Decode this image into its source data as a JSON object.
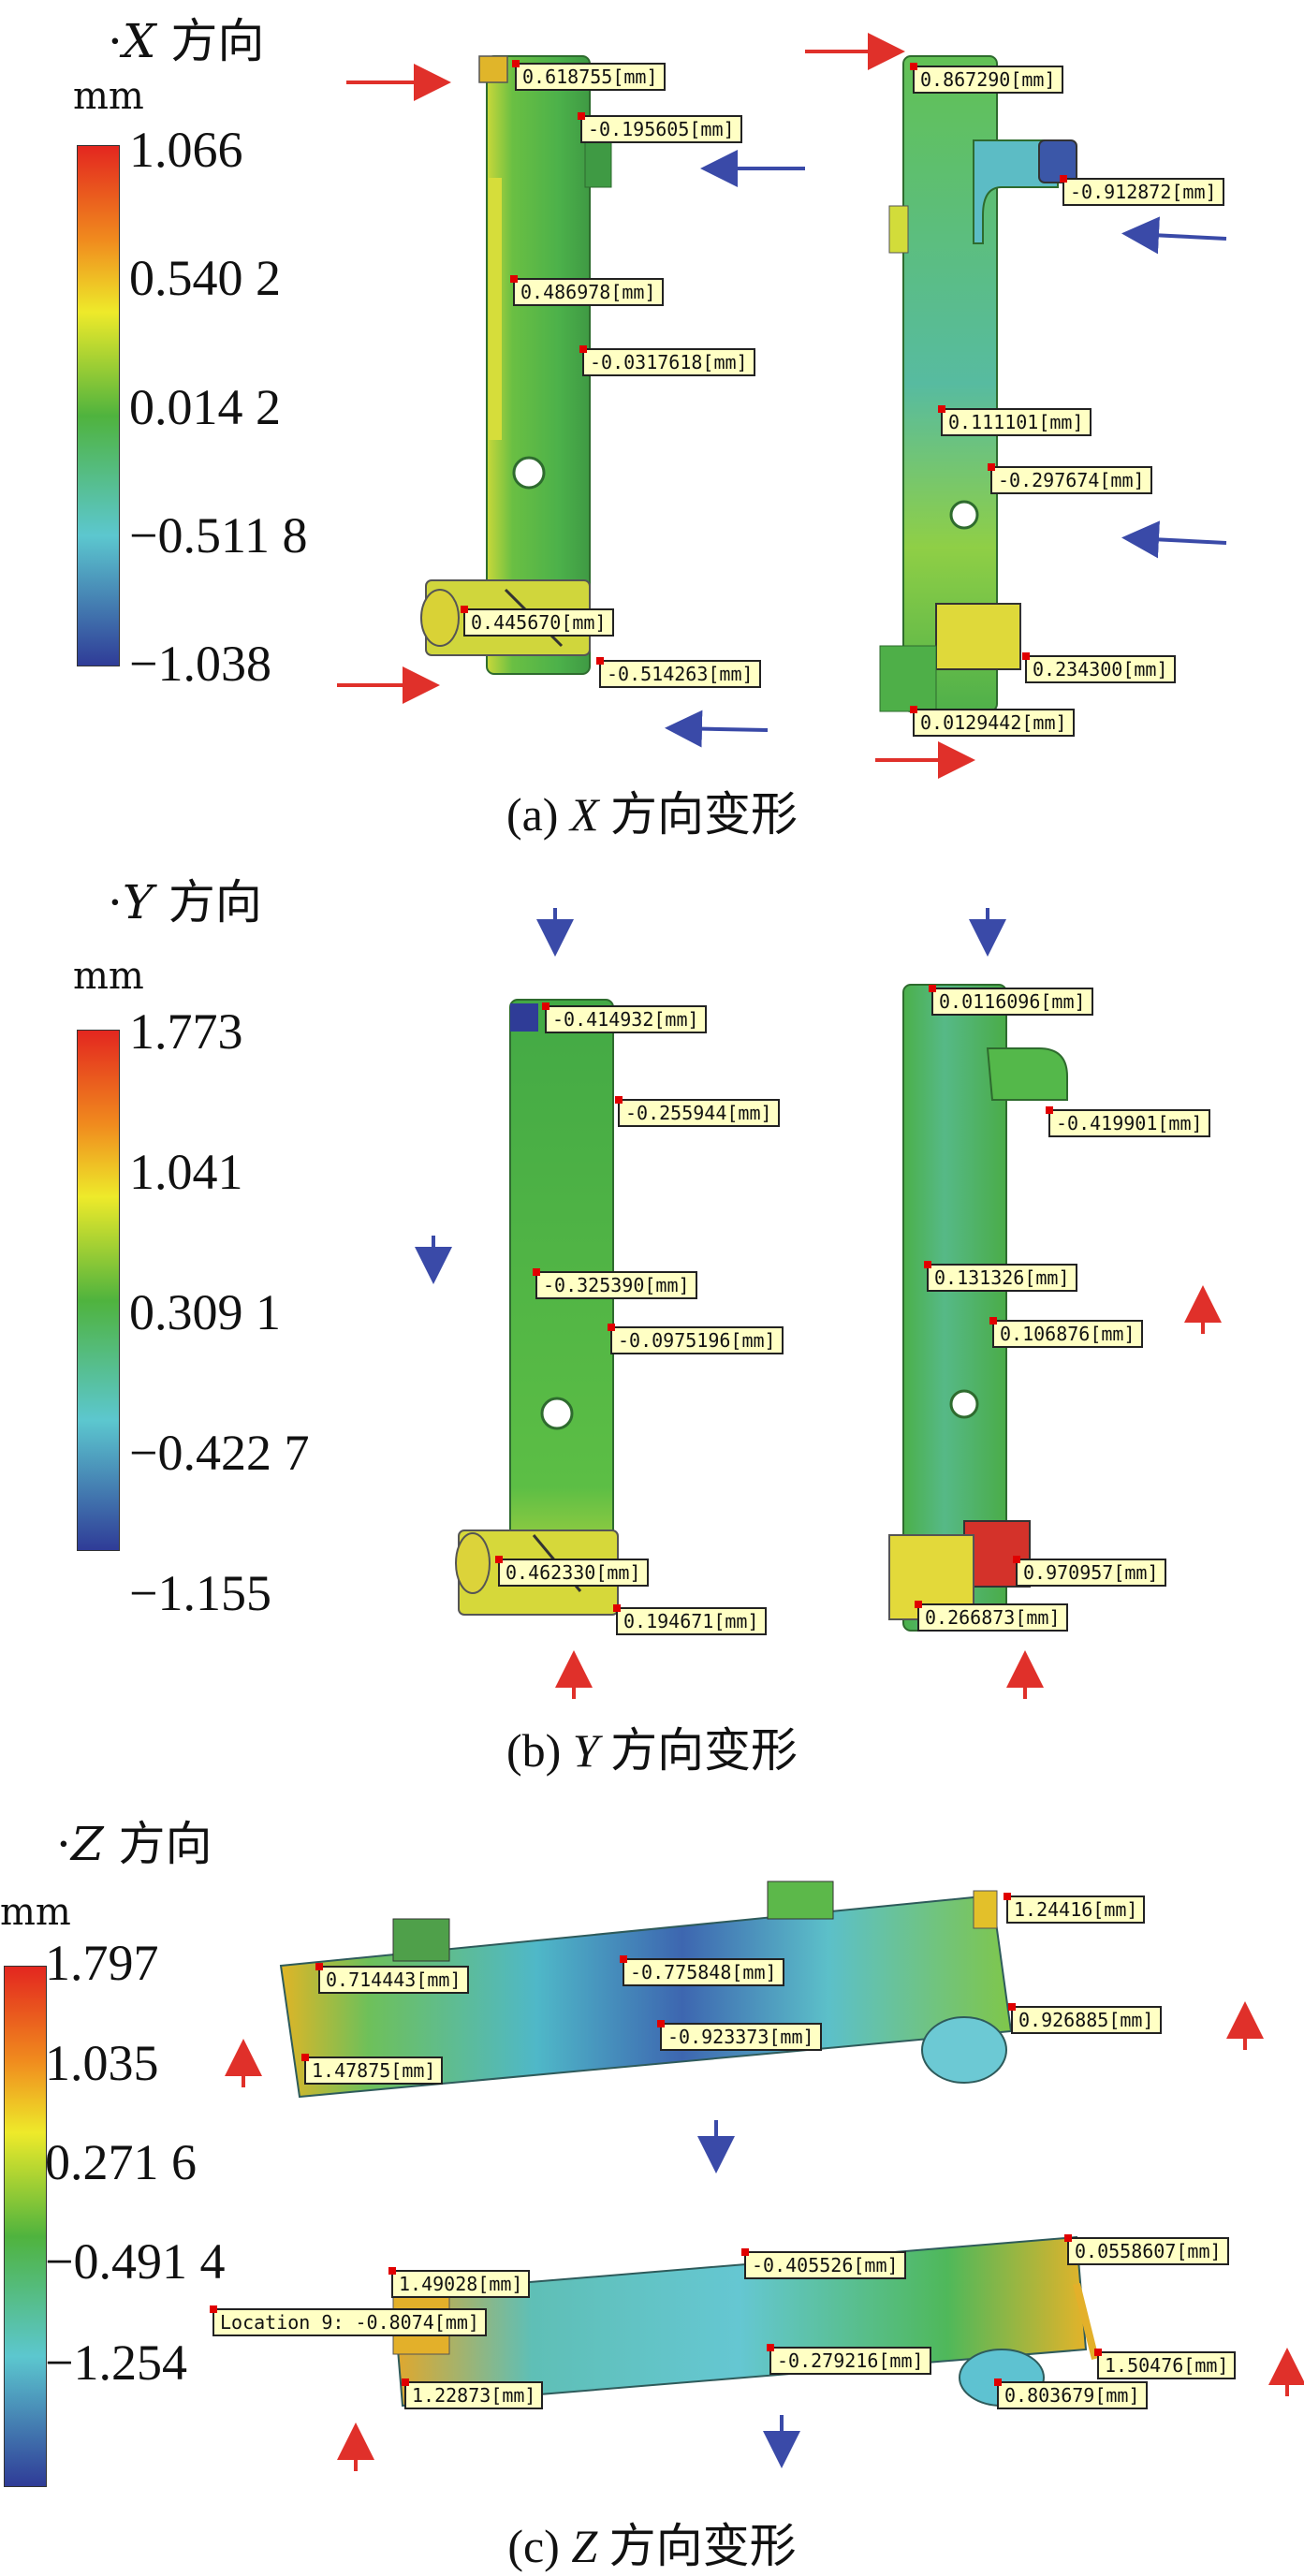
{
  "colors": {
    "red_arrow": "#e0302a",
    "blue_arrow": "#3a4aa8",
    "label_bg": "#ffffc4",
    "part_green": "#5ab84a",
    "part_cyan": "#52c1c0"
  },
  "panels": [
    {
      "id": "x",
      "title_prefix": "·",
      "title_axis": "X",
      "title_text": " 方向",
      "unit": "mm",
      "ticks": [
        "1.066",
        "0.540 2",
        "0.014 2",
        "−0.511 8",
        "−1.038"
      ],
      "caption_prefix": "(a) ",
      "caption_axis": "X",
      "caption_text": " 方向变形",
      "labels": [
        "0.618755[mm]",
        "-0.195605[mm]",
        "0.486978[mm]",
        "-0.0317618[mm]",
        "0.445670[mm]",
        "-0.514263[mm]",
        "0.867290[mm]",
        "-0.912872[mm]",
        "0.111101[mm]",
        "-0.297674[mm]",
        "0.234300[mm]",
        "0.0129442[mm]"
      ]
    },
    {
      "id": "y",
      "title_prefix": "·",
      "title_axis": "Y",
      "title_text": " 方向",
      "unit": "mm",
      "ticks": [
        "1.773",
        "1.041",
        "0.309 1",
        "−0.422 7",
        "−1.155"
      ],
      "caption_prefix": "(b) ",
      "caption_axis": "Y",
      "caption_text": " 方向变形",
      "labels": [
        "-0.414932[mm]",
        "-0.255944[mm]",
        "-0.325390[mm]",
        "-0.0975196[mm]",
        "0.462330[mm]",
        "0.194671[mm]",
        "0.0116096[mm]",
        "-0.419901[mm]",
        "0.131326[mm]",
        "0.106876[mm]",
        "0.970957[mm]",
        "0.266873[mm]"
      ]
    },
    {
      "id": "z",
      "title_prefix": "·",
      "title_axis": "Z",
      "title_text": " 方向",
      "unit": "mm",
      "ticks": [
        "1.797",
        "1.035",
        "0.271 6",
        "−0.491 4",
        "−1.254"
      ],
      "caption_prefix": "(c) ",
      "caption_axis": "Z",
      "caption_text": " 方向变形",
      "labels": [
        "0.714443[mm]",
        "-0.775848[mm]",
        "1.24416[mm]",
        "1.47875[mm]",
        "-0.923373[mm]",
        "0.926885[mm]",
        "1.49028[mm]",
        "-0.405526[mm]",
        "0.0558607[mm]",
        "Location 9: -0.8074[mm]",
        "-0.279216[mm]",
        "1.50476[mm]",
        "1.22873[mm]",
        "0.803679[mm]"
      ]
    }
  ]
}
